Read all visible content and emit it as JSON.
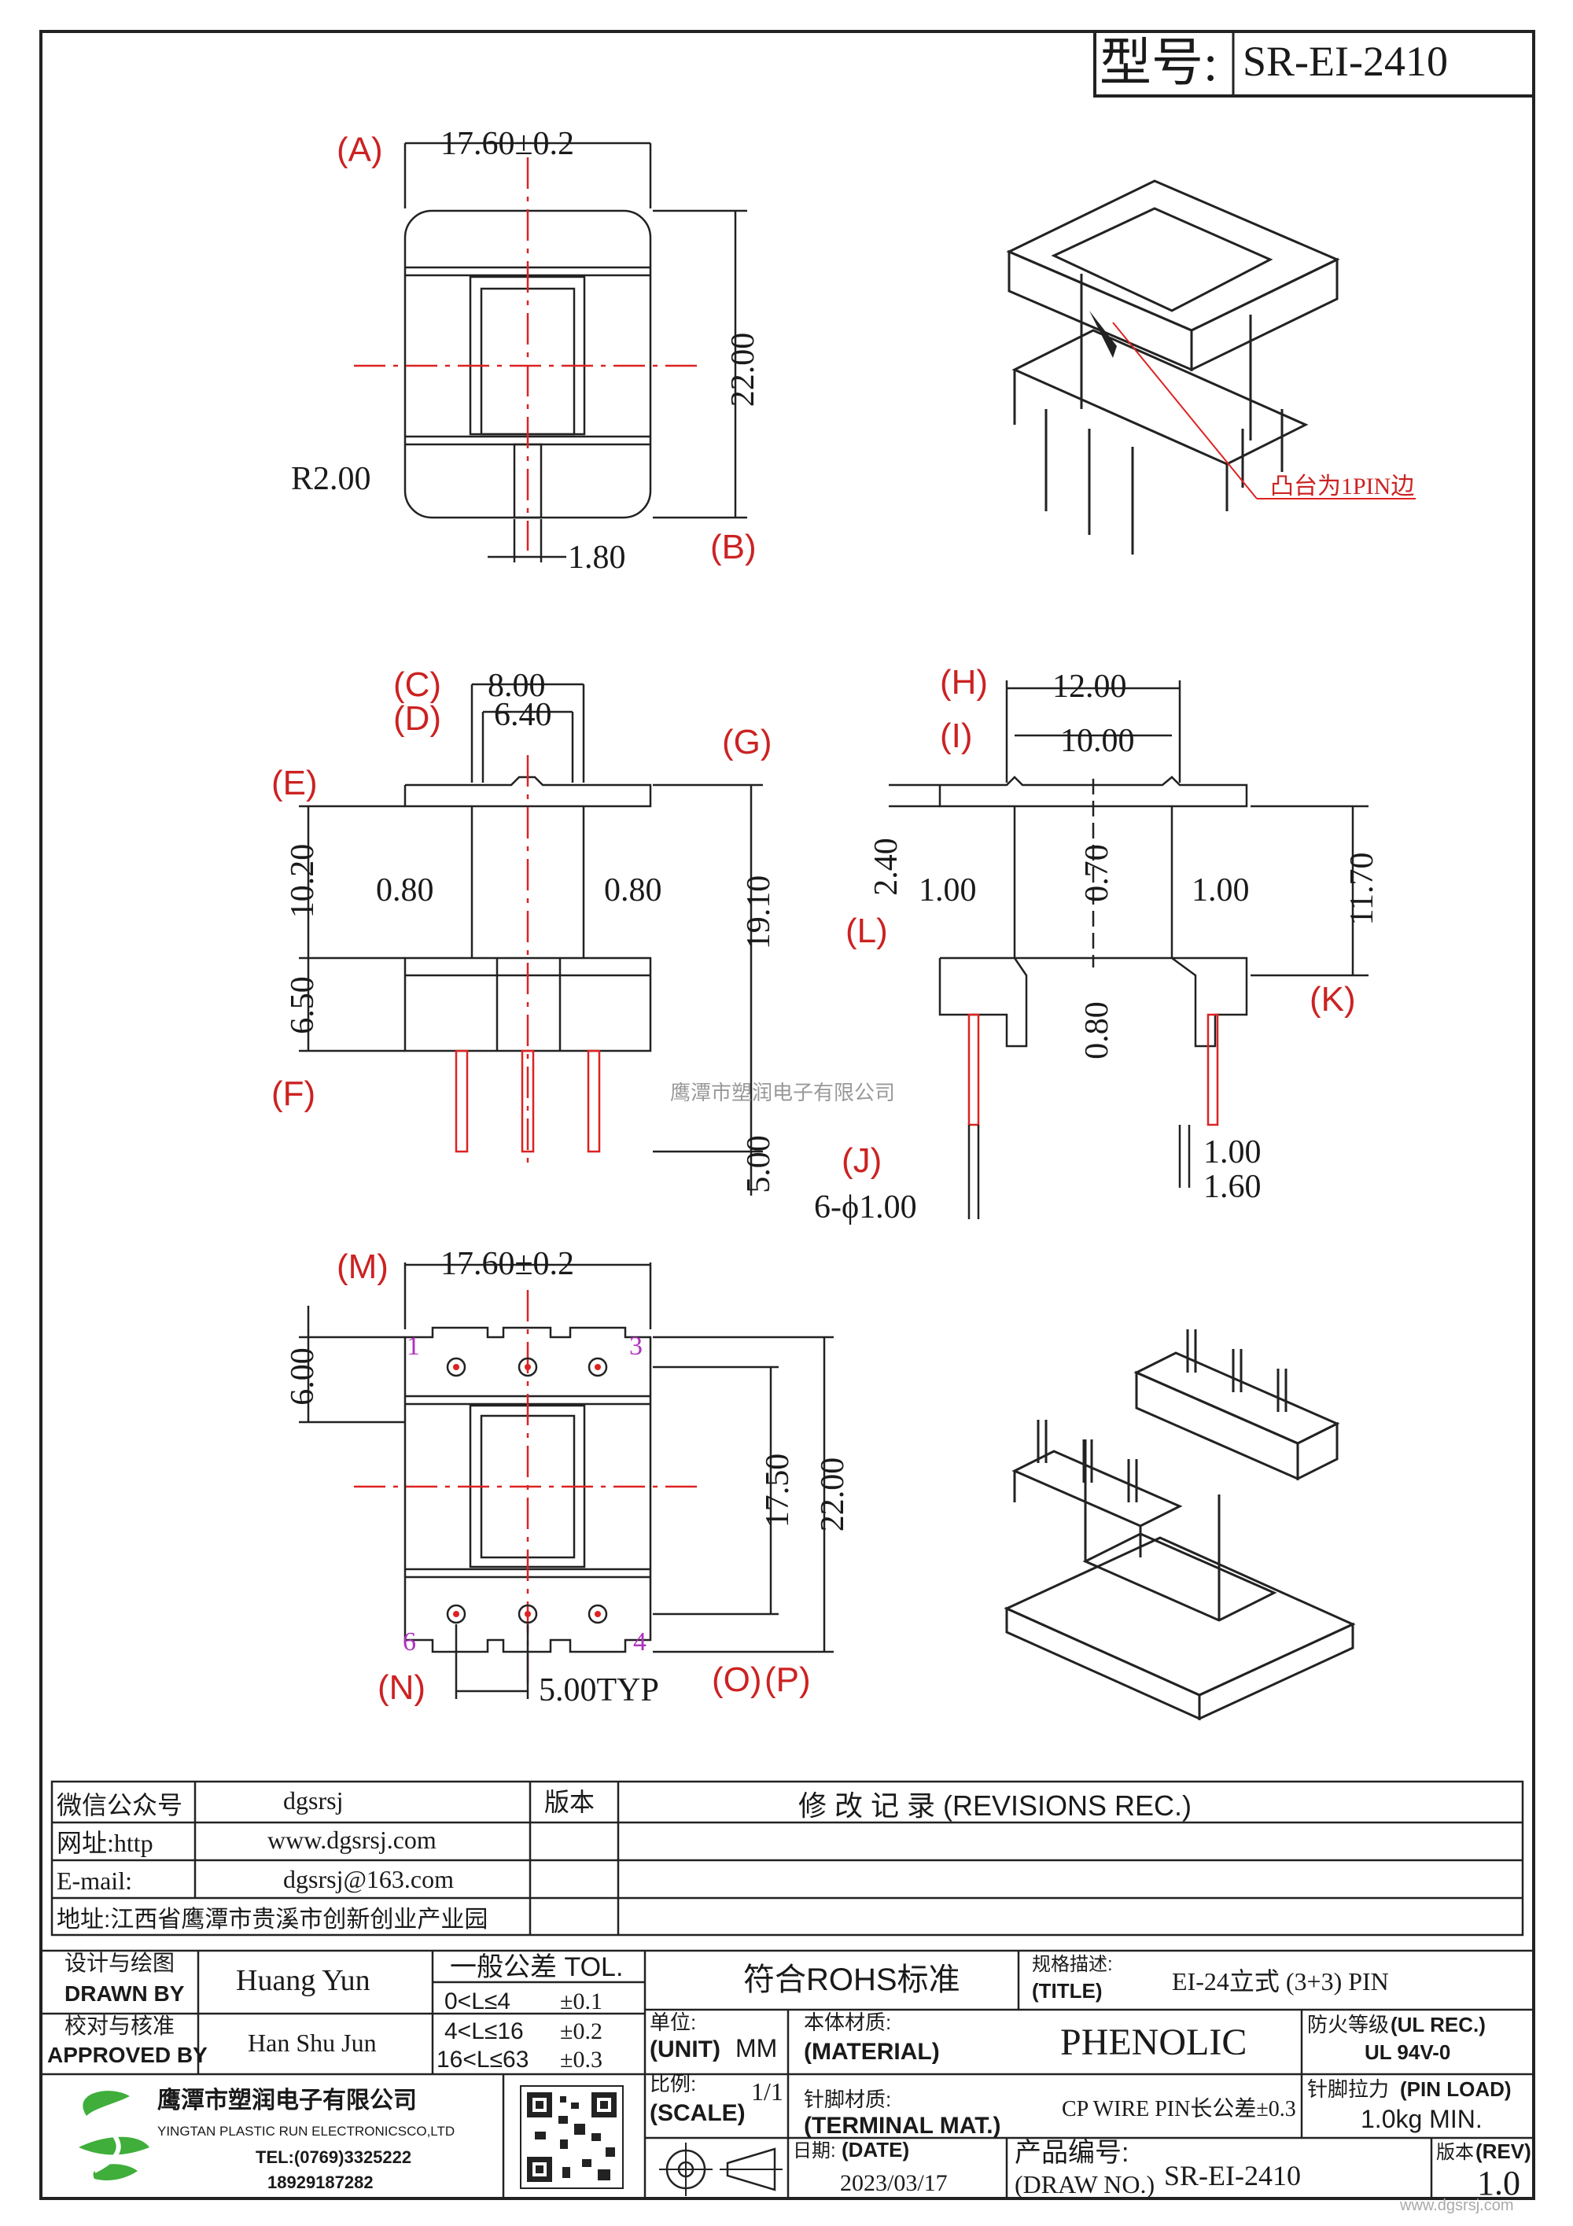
{
  "header": {
    "model_label": "型号:",
    "model_value": "SR-EI-2410"
  },
  "views": {
    "top": {
      "width_dim": "17.60±0.2",
      "height_dim": "22.00",
      "radius": "R2.00",
      "slot": "1.80",
      "labels": [
        "A",
        "B"
      ]
    },
    "front": {
      "dim_c": "8.00",
      "dim_d": "6.40",
      "left_gap": "0.80",
      "right_gap": "0.80",
      "h1": "10.20",
      "h2": "6.50",
      "h_total": "19.10",
      "pin_len": "5.00",
      "labels": [
        "C",
        "D",
        "E",
        "F",
        "G"
      ]
    },
    "side": {
      "dim_h": "12.00",
      "dim_i": "10.00",
      "flange": "2.40",
      "left_wall": "1.00",
      "mid": "0.70",
      "right_wall": "1.00",
      "h_total": "11.70",
      "bottom": "0.80",
      "pin_d1": "1.00",
      "pin_d2": "1.60",
      "pin_dia": "6-ϕ1.00",
      "labels": [
        "H",
        "I",
        "J",
        "K",
        "L"
      ]
    },
    "bottom": {
      "width_dim": "17.60±0.2",
      "dim_top": "6.00",
      "pitch_v": "17.50",
      "height_dim": "22.00",
      "pitch_h": "5.00TYP",
      "labels": [
        "M",
        "N",
        "O",
        "P"
      ],
      "pin_numbers": [
        "1",
        "3",
        "6",
        "4"
      ]
    },
    "iso_note": "凸台为1PIN边",
    "watermark": "鹰潭市塑润电子有限公司"
  },
  "info": {
    "wechat_label": "微信公众号",
    "wechat_value": "dgsrsj",
    "web_label": "网址:http",
    "web_value": "www.dgsrsj.com",
    "email_label": "E-mail:",
    "email_value": "dgsrsj@163.com",
    "address": "地址:江西省鹰潭市贵溪市创新创业产业园",
    "version_label": "版本",
    "revisions_title": "修 改 记 录 (REVISIONS REC.)"
  },
  "title_block": {
    "drawn_cn": "设计与绘图",
    "drawn_en": "DRAWN BY",
    "drawn_name": "Huang Yun",
    "approved_cn": "校对与核准",
    "approved_en": "APPROVED BY",
    "approved_name": "Han Shu Jun",
    "tol_title": "一般公差 TOL.",
    "tol_rows": [
      {
        "range": "0<L≤4",
        "val": "±0.1"
      },
      {
        "range": "4<L≤16",
        "val": "±0.2"
      },
      {
        "range": "16<L≤63",
        "val": "±0.3"
      }
    ],
    "rohs": "符合ROHS标准",
    "spec_cn": "规格描述:",
    "spec_en": "(TITLE)",
    "spec_value": "EI-24立式 (3+3) PIN",
    "unit_cn": "单位:",
    "unit_en": "(UNIT)",
    "unit_value": "MM",
    "material_cn": "本体材质:",
    "material_en": "(MATERIAL)",
    "material_value": "PHENOLIC",
    "fire_cn": "防火等级",
    "fire_en": "(UL REC.)",
    "fire_value": "UL 94V-0",
    "company_cn": "鹰潭市塑润电子有限公司",
    "company_en": "YINGTAN PLASTIC RUN ELECTRONICSCO,LTD",
    "tel": "TEL:(0769)3325222",
    "phone": "18929187282",
    "scale_cn": "比例:",
    "scale_en": "(SCALE)",
    "scale_value": "1/1",
    "terminal_cn": "针脚材质:",
    "terminal_en": "(TERMINAL MAT.)",
    "terminal_value": "CP WIRE  PIN长公差±0.3",
    "pinload_cn": "针脚拉力",
    "pinload_en": "(PIN LOAD)",
    "pinload_value": "1.0kg MIN.",
    "date_cn": "日期:",
    "date_en": "(DATE)",
    "date_value": "2023/03/17",
    "drawno_cn": "产品编号:",
    "drawno_en": "(DRAW NO.)",
    "drawno_value": "SR-EI-2410",
    "rev_cn": "版本",
    "rev_en": "(REV)",
    "rev_value": "1.0",
    "site_watermark": "www.dgsrsj.com"
  }
}
